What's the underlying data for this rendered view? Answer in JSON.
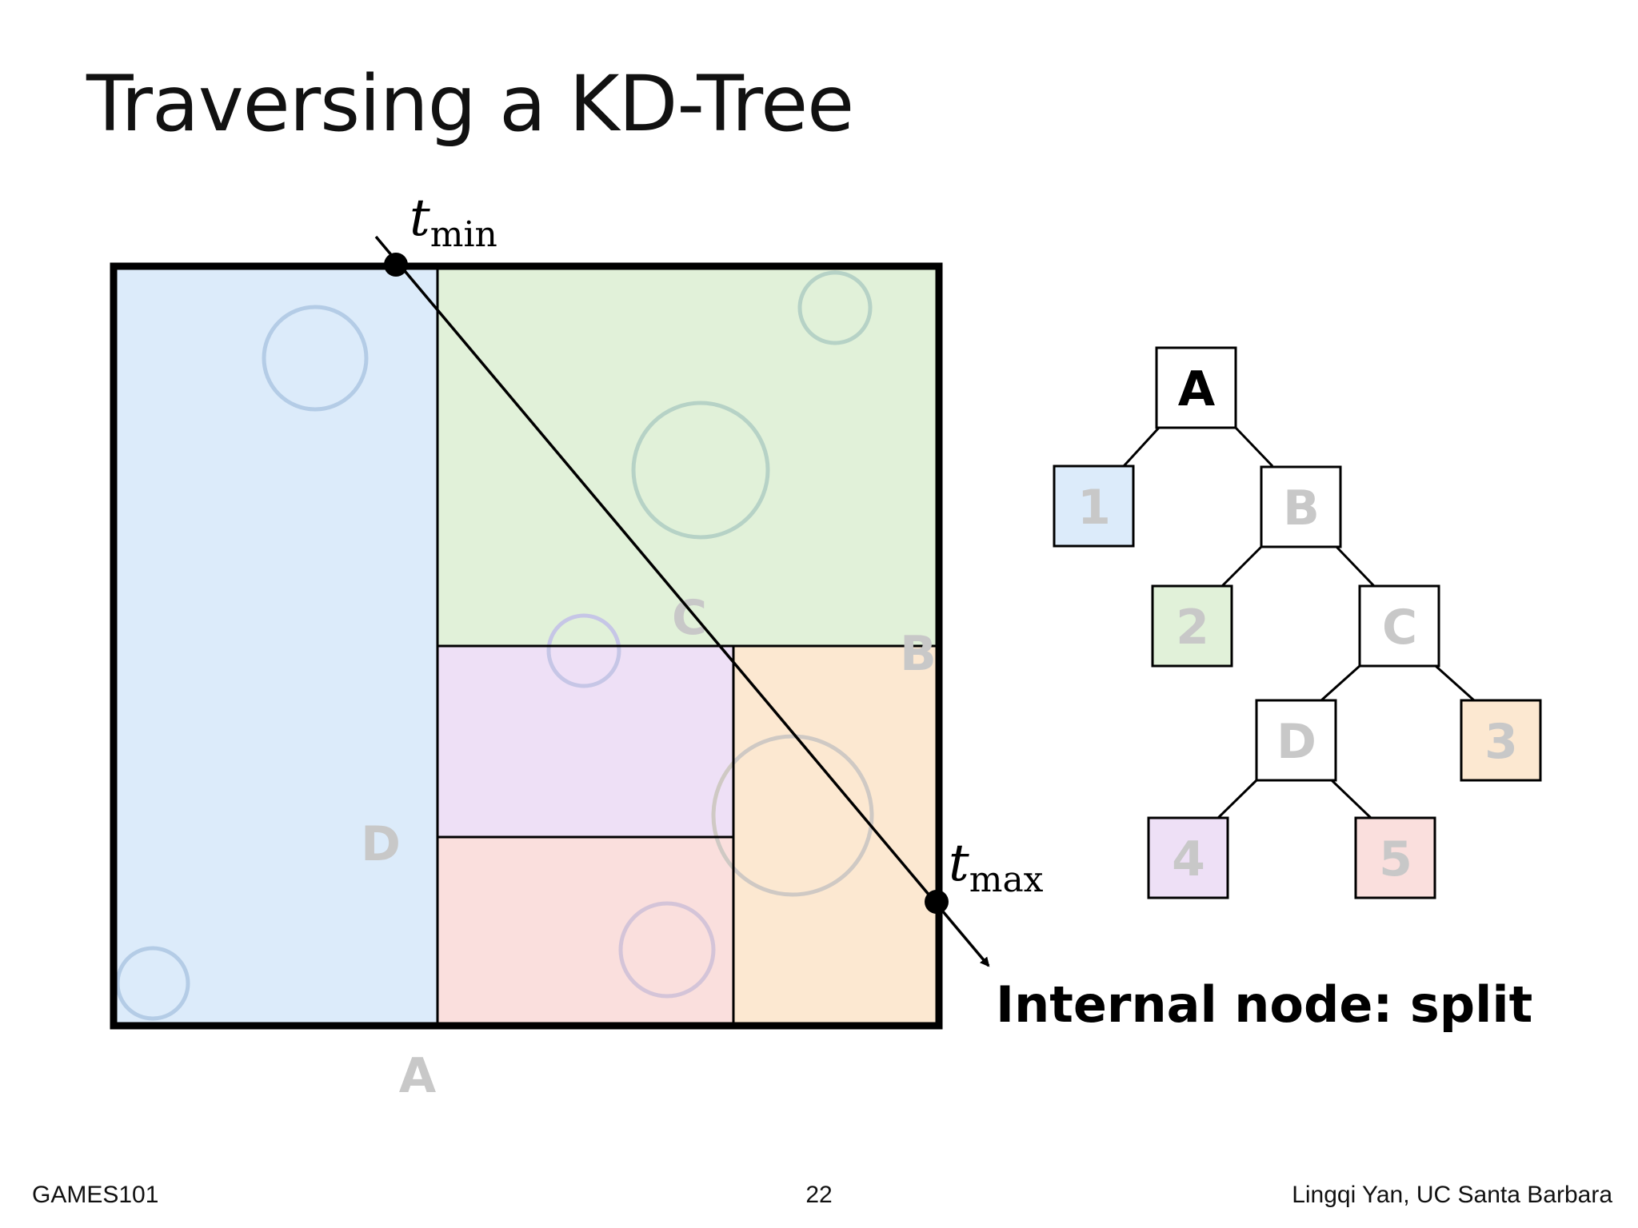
{
  "slide": {
    "title": "Traversing a KD-Tree",
    "caption": "Internal node: split",
    "footer_left": "GAMES101",
    "page_number": "22",
    "footer_right": "Lingqi Yan, UC Santa Barbara"
  },
  "ray": {
    "t_min_symbol": "t",
    "t_min_sub": "min",
    "t_max_symbol": "t",
    "t_max_sub": "max"
  },
  "region_labels": {
    "A": "A",
    "B": "B",
    "C": "C",
    "D": "D"
  },
  "tree": {
    "A": "A",
    "leaf1": "1",
    "B": "B",
    "leaf2": "2",
    "C": "C",
    "D": "D",
    "leaf3": "3",
    "leaf4": "4",
    "leaf5": "5"
  },
  "colors": {
    "leaf1_blue": "#DCEBFA",
    "leaf2_green": "#E1F1D9",
    "leaf3_orange": "#FCE8D1",
    "leaf4_purple": "#EEE0F6",
    "leaf5_pink": "#FADFDD",
    "faded_label": "#C8C8C8",
    "active_node": "#000000"
  }
}
